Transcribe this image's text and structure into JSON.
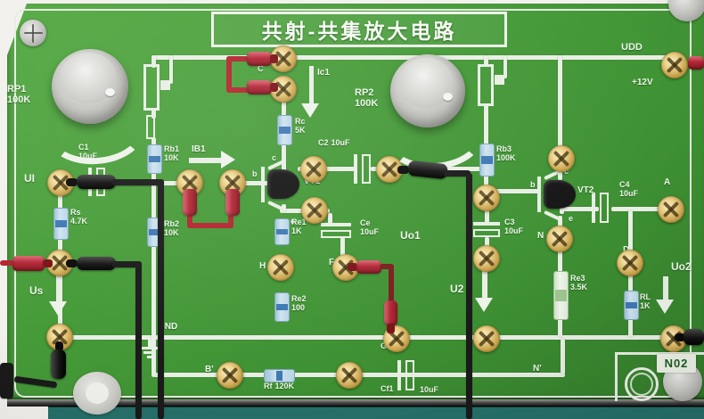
{
  "title": "共射-共集放大电路",
  "board_id": "N02",
  "power": {
    "label": "UDD",
    "voltage": "+12V"
  },
  "ground": "GND",
  "potentiometers": {
    "rp1": {
      "name": "RP1",
      "value": "100K"
    },
    "rp2": {
      "name": "RP2",
      "value": "100K"
    }
  },
  "resistors": {
    "rs": {
      "name": "Rs",
      "value": "4.7K"
    },
    "rb1": {
      "name": "Rb1",
      "value": "10K"
    },
    "rb2": {
      "name": "Rb2",
      "value": "10K"
    },
    "rc": {
      "name": "Rc",
      "value": "5K"
    },
    "re1": {
      "name": "Re1",
      "value": "1K"
    },
    "re2": {
      "name": "Re2",
      "value": "100"
    },
    "rb3": {
      "name": "Rb3",
      "value": "100K"
    },
    "re3": {
      "name": "Re3",
      "value": "3.5K"
    },
    "rl": {
      "name": "RL",
      "value": "1K"
    },
    "rf": {
      "name": "Rf",
      "value": "120K"
    }
  },
  "capacitors": {
    "c1": {
      "name": "C1",
      "value": "10uF"
    },
    "c2": {
      "name": "C2",
      "value": "10uF"
    },
    "c3": {
      "name": "C3",
      "value": "10uF"
    },
    "c4": {
      "name": "C4",
      "value": "10uF"
    },
    "ce": {
      "name": "Ce",
      "value": "10uF"
    },
    "cf1": {
      "name": "Cf1",
      "value": "10uF"
    }
  },
  "transistors": {
    "vt1": "VT1",
    "vt2": "VT2"
  },
  "signal_labels": {
    "ui": "UI",
    "us": "Us",
    "u2": "U2",
    "uo1": "Uo1",
    "uo2": "Uo2",
    "ib1": "IB1",
    "ic1": "Ic1"
  },
  "test_points": {
    "c": "C",
    "h": "H",
    "f": "F",
    "g": "G",
    "n": "N",
    "a": "A",
    "d": "D",
    "b_prime": "B'",
    "n_prime": "N'",
    "vt1_b": "b",
    "vt1_c": "c",
    "vt1_e": "e",
    "vt2_b": "b",
    "vt2_c": "c",
    "vt2_e": "e"
  },
  "colors": {
    "board_green": "#479c39",
    "trace_white": "#e9efe5",
    "terminal_gold": "#d9b966",
    "jumper_red": "#b3252e",
    "probe_black": "#1a1a1a",
    "resistor_blue": "#bcd9ea",
    "table_teal": "#27706a"
  }
}
